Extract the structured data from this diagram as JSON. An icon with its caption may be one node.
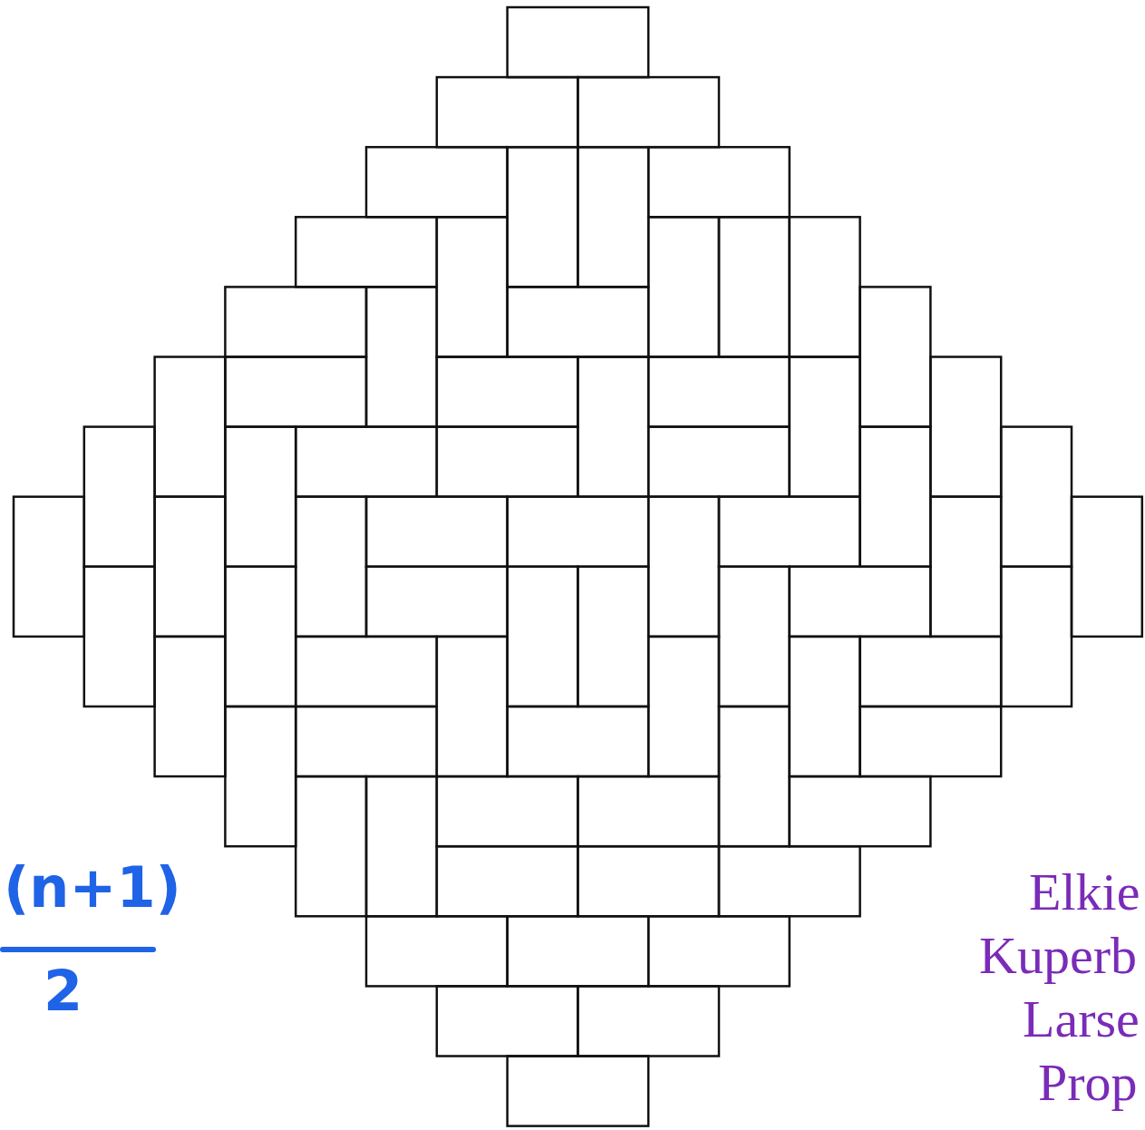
{
  "diagram": {
    "labels": [
      "(n+1)",
      "2",
      "Elkie",
      "Kuperb",
      "Larse",
      "Prop"
    ]
  }
}
